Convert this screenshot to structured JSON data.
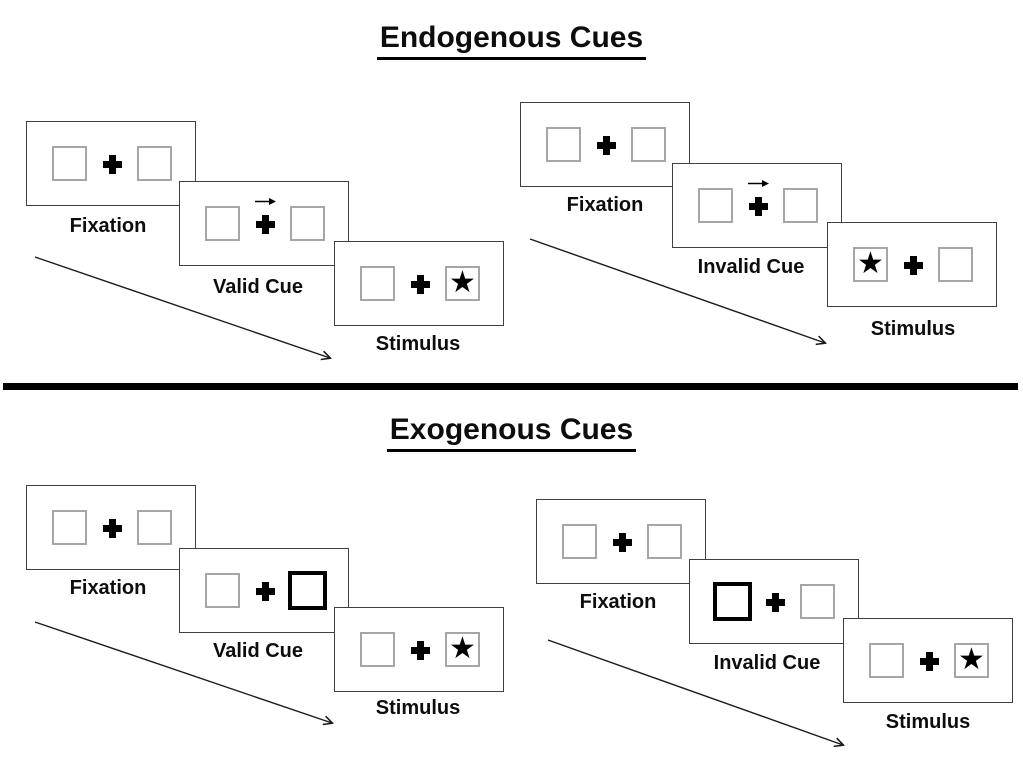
{
  "diagram": {
    "sections": [
      {
        "title": "Endogenous Cues",
        "trials": [
          {
            "name": "valid",
            "steps": [
              {
                "label": "Fixation"
              },
              {
                "label": "Valid Cue"
              },
              {
                "label": "Stimulus"
              }
            ]
          },
          {
            "name": "invalid",
            "steps": [
              {
                "label": "Fixation"
              },
              {
                "label": "Invalid Cue"
              },
              {
                "label": "Stimulus"
              }
            ]
          }
        ]
      },
      {
        "title": "Exogenous Cues",
        "trials": [
          {
            "name": "valid",
            "steps": [
              {
                "label": "Fixation"
              },
              {
                "label": "Valid Cue"
              },
              {
                "label": "Stimulus"
              }
            ]
          },
          {
            "name": "invalid",
            "steps": [
              {
                "label": "Fixation"
              },
              {
                "label": "Invalid Cue"
              },
              {
                "label": "Stimulus"
              }
            ]
          }
        ]
      }
    ]
  },
  "glyphs": {
    "star": "★"
  },
  "colors": {
    "ink": "#000000",
    "panel_border": "#3f3f3f",
    "box_border": "#a6a6a6",
    "highlight_border": "#000000",
    "background": "#ffffff"
  }
}
